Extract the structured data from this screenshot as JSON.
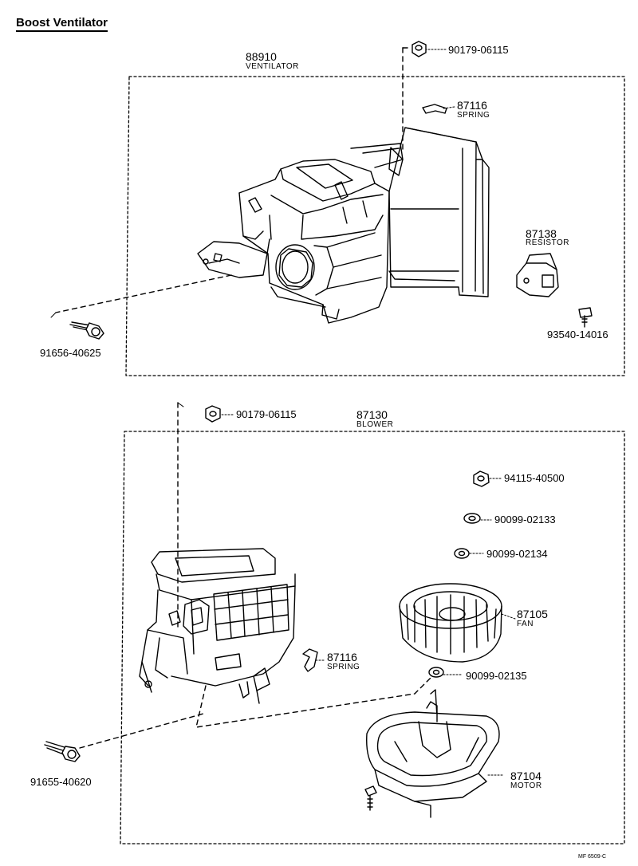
{
  "title": "Boost Ventilator",
  "sections": [
    {
      "number": "88910",
      "name": "VENTILATOR"
    },
    {
      "number": "87130",
      "name": "BLOWER"
    }
  ],
  "parts": {
    "nut_top": "90179-06115",
    "spring_top": {
      "number": "87116",
      "name": "SPRING"
    },
    "resistor": {
      "number": "87138",
      "name": "RESISTOR"
    },
    "screw_resistor": "93540-14016",
    "bolt_top": "91656-40625",
    "nut_blower": "90179-06115",
    "nut_94115": "94115-40500",
    "washer_1": "90099-02133",
    "washer_2": "90099-02134",
    "fan": {
      "number": "87105",
      "name": "FAN"
    },
    "spring_blower": {
      "number": "87116",
      "name": "SPRING"
    },
    "washer_3": "90099-02135",
    "motor": {
      "number": "87104",
      "name": "MOTOR"
    },
    "bolt_bottom": "91655-40620"
  },
  "figure_code": "MF 6509-C"
}
